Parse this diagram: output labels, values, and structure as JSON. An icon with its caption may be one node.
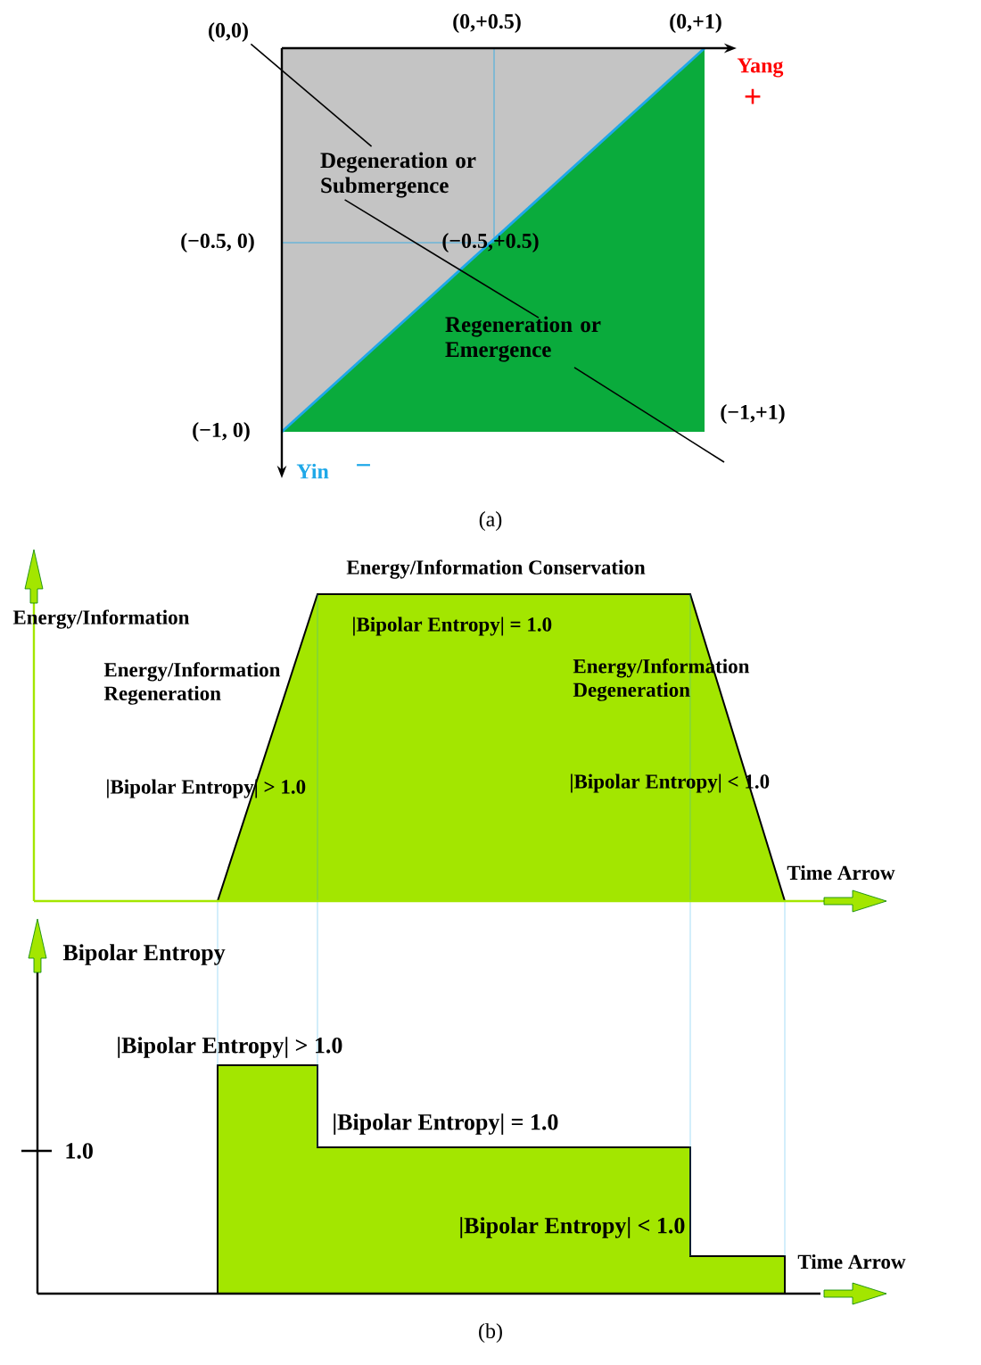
{
  "diagram": {
    "nodes": [
      {
        "text": [
          "Degeneration or Submergence"
        ]
      },
      {
        "text": [
          "Regeneration or Emergence"
        ]
      },
      {
        "text": [
          "(0,0)"
        ]
      }
    ],
    "edges": [
      {
        "from": 0,
        "to": 2,
        "arrow": "none"
      },
      {
        "from": 0,
        "to": 1,
        "arrow": "none"
      },
      {
        "from": 1,
        "to": null,
        "arrow": "none"
      }
    ],
    "labels": [
      "(0,+0.5)",
      "(0,+1)",
      "Yang",
      "+",
      "(−0.5, 0)",
      "(−0.5,+0.5)",
      "(−1, 0)",
      "(−1,+1)",
      "Yin",
      "−",
      "(a)",
      "Energy/Information Conservation",
      "Energy/Information",
      "|Bipolar Entropy| = 1.0",
      "Energy/Information Regeneration",
      "Energy/Information Degeneration",
      "|Bipolar Entropy| > 1.0",
      "|Bipolar Entropy| < 1.0",
      "Time Arrow",
      "Bipolar Entropy",
      "|Bipolar Entropy| > 1.0",
      "|Bipolar Entropy| = 1.0",
      "1.0",
      "|Bipolar Entropy| < 1.0",
      "Time Arrow",
      "(b)"
    ]
  }
}
